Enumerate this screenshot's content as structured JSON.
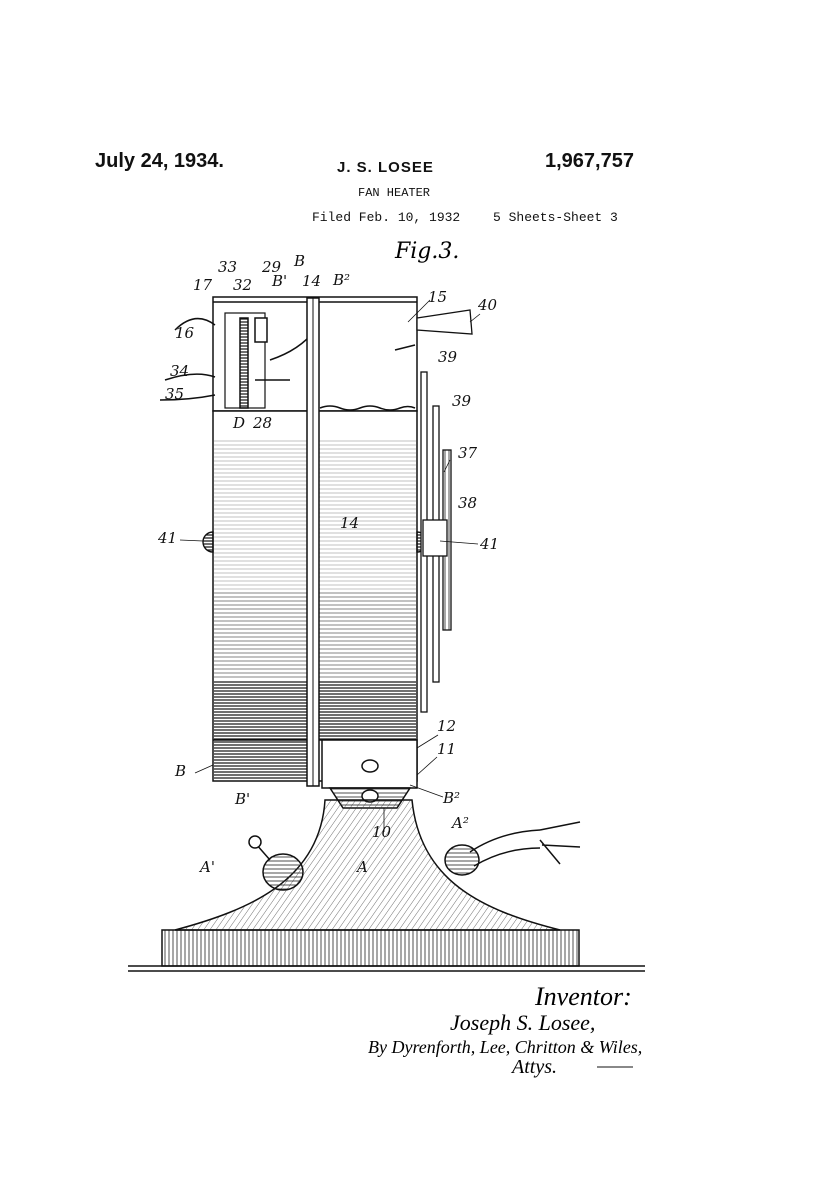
{
  "header": {
    "date": "July 24, 1934.",
    "inventor": "J. S. LOSEE",
    "patent_number": "1,967,757",
    "title": "FAN HEATER",
    "filed": "Filed Feb. 10, 1932",
    "sheets": "5 Sheets-Sheet 3"
  },
  "figure": {
    "label": "Fig.3.",
    "ref_numerals": {
      "r33": "33",
      "r29": "29",
      "rB_top": "B",
      "rBprime_top": "B'",
      "r14_top": "14",
      "rB2_top": "B²",
      "r17": "17",
      "r32": "32",
      "r15": "15",
      "r40": "40",
      "r16": "16",
      "r39a": "39",
      "r34": "34",
      "r35": "35",
      "r39b": "39",
      "rD": "D",
      "r28": "28",
      "r37": "37",
      "r38": "38",
      "r41_left": "41",
      "r14_mid": "14",
      "r41_right": "41",
      "r12": "12",
      "r11": "11",
      "rB_bottom": "B",
      "rBprime_bottom": "B'",
      "rB2_bottom": "B²",
      "rA2": "A²",
      "r10": "10",
      "rAprime": "A'",
      "rA": "A"
    }
  },
  "signature": {
    "heading": "Inventor:",
    "name": "Joseph S. Losee,",
    "by_line": "By Dyrenforth, Lee, Chritton & Wiles,",
    "attys": "Attys."
  }
}
